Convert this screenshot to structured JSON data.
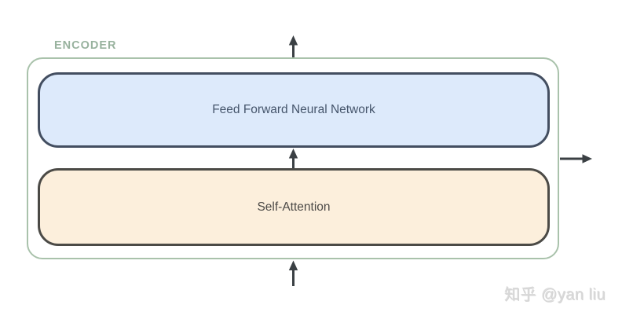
{
  "diagram": {
    "title": "ENCODER",
    "blocks": [
      {
        "id": "feed-forward",
        "label": "Feed Forward Neural Network"
      },
      {
        "id": "self-attention",
        "label": "Self-Attention"
      }
    ],
    "arrows": [
      "input-arrow-bottom-up",
      "self-attention-to-feed-forward-arrow-up",
      "encoder-output-arrow-top-up",
      "encoder-output-arrow-right"
    ],
    "watermark": "知乎 @yan liu"
  },
  "colors": {
    "background": "#ffffff",
    "encoder_border": "#a9c2ab",
    "encoder_label": "#98b29e",
    "ffnn_fill": "#ddeafb",
    "ffnn_border": "#434e60",
    "ffnn_text": "#45556b",
    "attention_fill": "#fcefdc",
    "attention_border": "#4b4a46",
    "attention_text": "#4c4a47",
    "arrow": "#3b4044",
    "watermark": "#d6d6d6"
  }
}
